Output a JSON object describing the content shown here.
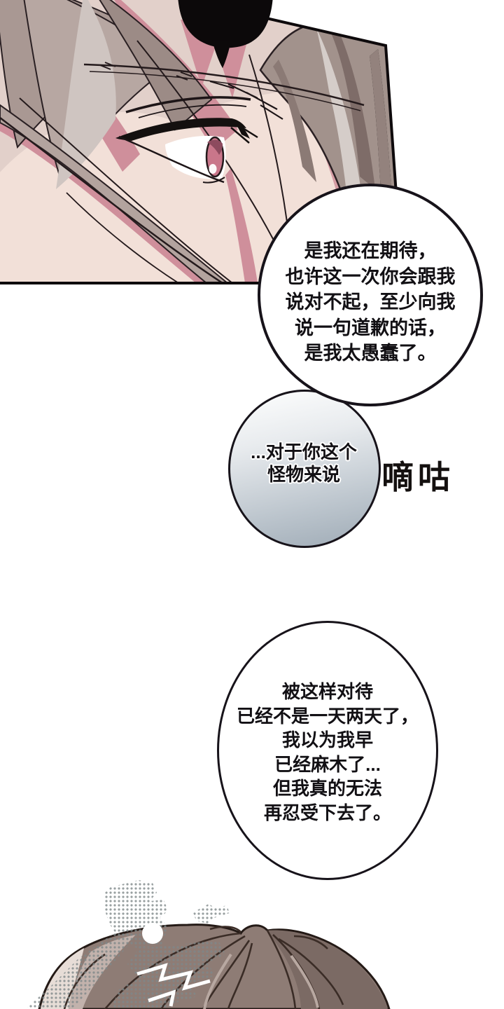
{
  "comic": {
    "bubble1": {
      "text": "是我还在期待，\n也许这一次你会跟我\n说对不起，至少向我\n说一句道歉的话，\n是我太愚蠢了。"
    },
    "bubble2": {
      "text": "...对于你这个\n怪物来说"
    },
    "bubble3": {
      "text": "被这样对待\n已经不是一天两天了，\n我以为我早\n已经麻木了...\n但我真的无法\n再忍受下去了。"
    },
    "sfx": {
      "text": "嘀咕"
    },
    "colors": {
      "skin": "#f2e0d8",
      "hair_grey": "#ab9b96",
      "hair_pink": "#cf8f9b",
      "hair_brown": "#8e7c75",
      "bubble_gradient_dark": "#9fabb6",
      "line_black": "#17121a"
    }
  }
}
